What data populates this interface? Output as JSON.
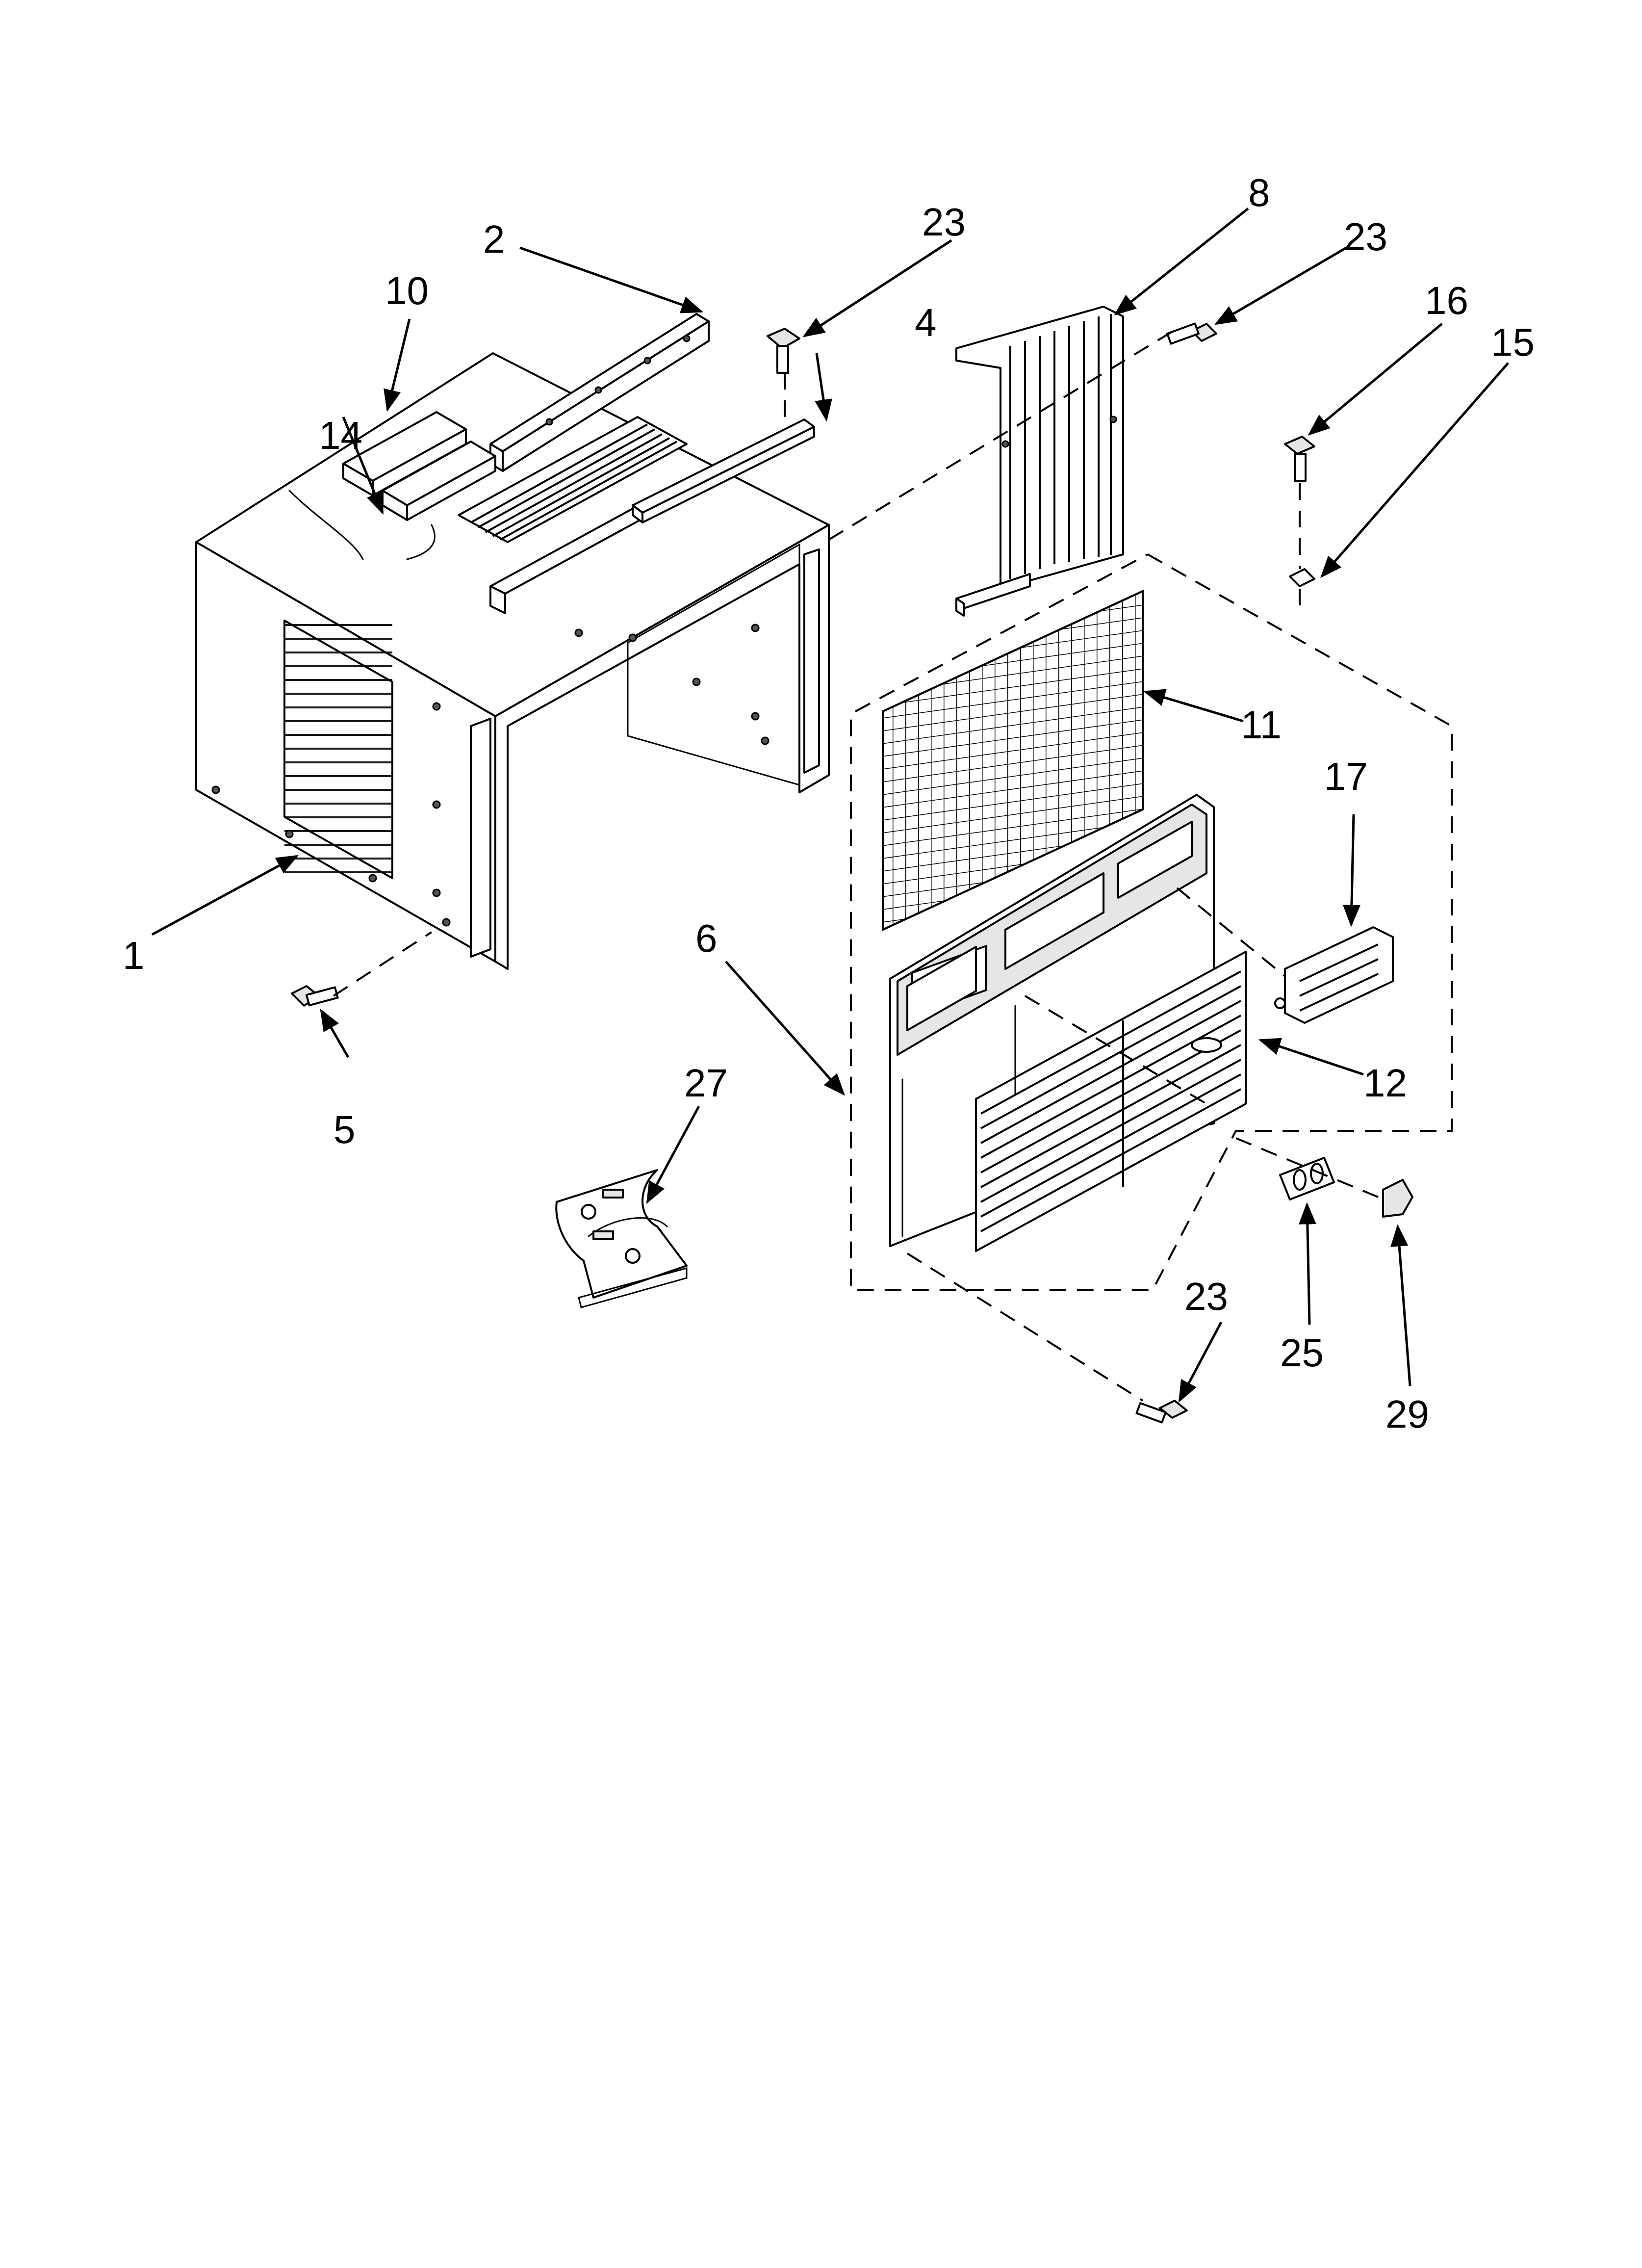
{
  "labels": {
    "p1": "1",
    "p2": "2",
    "p4": "4",
    "p5": "5",
    "p6": "6",
    "p8": "8",
    "p10": "10",
    "p11": "11",
    "p12": "12",
    "p14": "14",
    "p15": "15",
    "p16": "16",
    "p17": "17",
    "p23a": "23",
    "p23b": "23",
    "p23c": "23",
    "p25": "25",
    "p27": "27",
    "p29": "29"
  }
}
